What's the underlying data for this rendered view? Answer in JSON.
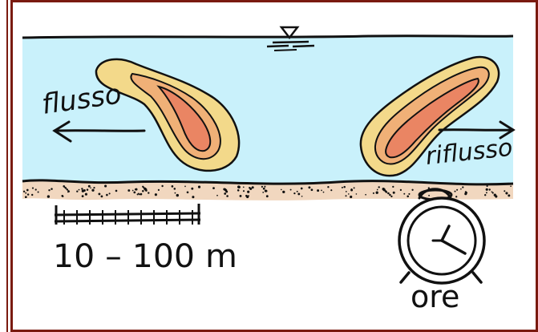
{
  "diagram": {
    "labels": {
      "ebb": "flusso",
      "flood": "riflusso",
      "scale": "10 – 100 m",
      "time": "ore"
    },
    "icons": [
      "water-level-triangle-icon",
      "alarm-clock-icon",
      "scale-bar-icon",
      "arrow-left-icon",
      "arrow-right-icon"
    ],
    "colors": {
      "water": "#c9f1fb",
      "sediment": "#f1d7bf",
      "plume_outer": "#f3d98a",
      "plume_mid": "#f0b077",
      "plume_inner": "#ea8563",
      "frame": "#7a1a10"
    }
  }
}
